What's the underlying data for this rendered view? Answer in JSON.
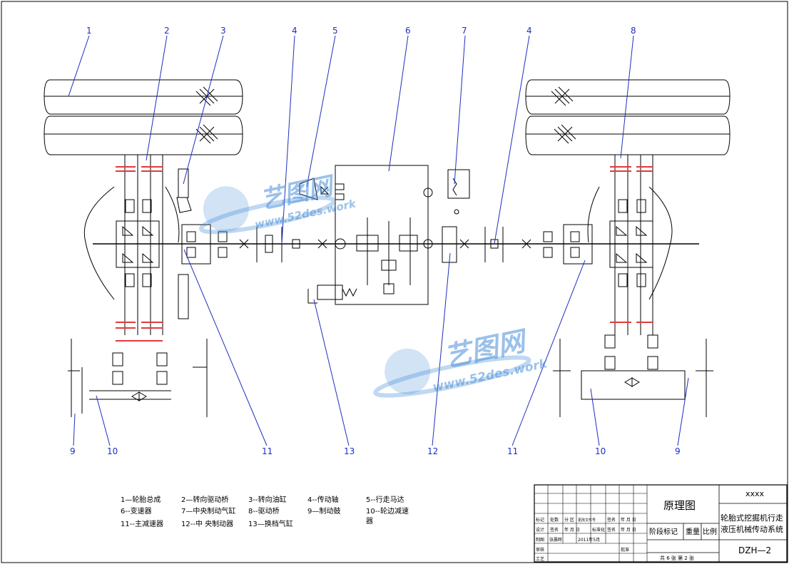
{
  "labels": {
    "n1": "1",
    "n2": "2",
    "n3": "3",
    "n4a": "4",
    "n5": "5",
    "n6": "6",
    "n7": "7",
    "n4b": "4",
    "n8": "8",
    "n9a": "9",
    "n10a": "10",
    "n11a": "11",
    "n13": "13",
    "n12": "12",
    "n11b": "11",
    "n10b": "10",
    "n9b": "9"
  },
  "legend": {
    "l1": "1—轮胎总成",
    "l2": "2—转向驱动桥",
    "l3": "3--转向油缸",
    "l4": "4--传动轴",
    "l5": "5--行走马达",
    "l6": "6--变速器",
    "l7": "7—中央制动气缸",
    "l8": "8--驱动桥",
    "l9": "9—制动鼓",
    "l10a": "10--轮边减速",
    "l10b": "器",
    "l11": "11--主减速器",
    "l12": "12--中 央制动器",
    "l13": "13—换档气缸"
  },
  "title_block": {
    "code_top": "xxxx",
    "drawing_name": "原理图",
    "system_name_1": "轮胎式挖掘机行走",
    "system_name_2": "液压机械传动系统",
    "stage_label": "阶段标记",
    "weight_label": "重量",
    "scale_label": "比例",
    "drawing_no": "DZH—2",
    "sheets": "共 6 张   第 2 张",
    "row_mark": "标记",
    "row_count": "处数",
    "row_zone": "分 区",
    "row_change": "更改文件号",
    "row_sign": "签名",
    "row_ymd": "年 月 日",
    "row_design": "设计",
    "row_std": "标准化",
    "row_review": "审核",
    "row_craft": "工艺",
    "row_approve": "批准",
    "row_draw": "制图",
    "drafter": "张晨晖",
    "date": "2011年5月"
  },
  "watermark": {
    "brand": "艺图网",
    "url": "www.52des.work"
  },
  "colors": {
    "leader": "#1f2fbf",
    "clutch": "#e03b3b",
    "line": "#000000",
    "watermark": "#4a90d9"
  }
}
